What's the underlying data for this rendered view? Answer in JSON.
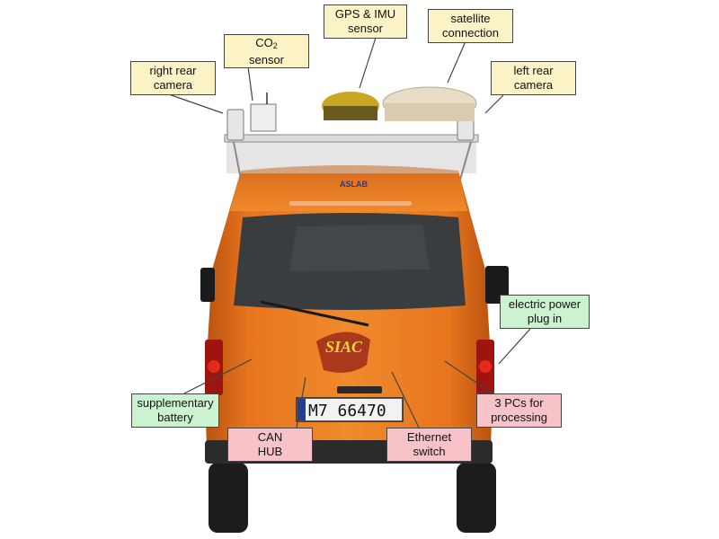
{
  "labels": {
    "gps_imu": {
      "line1": "GPS & IMU",
      "line2": "sensor"
    },
    "satellite": {
      "line1": "satellite",
      "line2": "connection"
    },
    "co2": {
      "line1_main": "CO",
      "line1_sub": "2",
      "line2": "sensor"
    },
    "right_rear_camera": {
      "line1": "right rear",
      "line2": "camera"
    },
    "left_rear_camera": {
      "line1": "left rear",
      "line2": "camera"
    },
    "electric_power": {
      "line1": "electric power",
      "line2": "plug in"
    },
    "supplementary_battery": {
      "line1": "supplementary",
      "line2": "battery"
    },
    "can_hub": {
      "line1": "CAN",
      "line2": "HUB"
    },
    "ethernet_switch": {
      "line1": "Ethernet",
      "line2": "switch"
    },
    "pcs": {
      "line1": "3 PCs for",
      "line2": "processing"
    }
  },
  "vehicle": {
    "license_plate": "M7 66470",
    "logo_text": "SIAC",
    "brand_badge": "ASLAB"
  },
  "colors": {
    "body": "#e8741c",
    "window": "#3a3d40",
    "callout_yellow": "#fbf3c6",
    "callout_green": "#ccf3cf",
    "callout_pink": "#f7c3c9"
  }
}
